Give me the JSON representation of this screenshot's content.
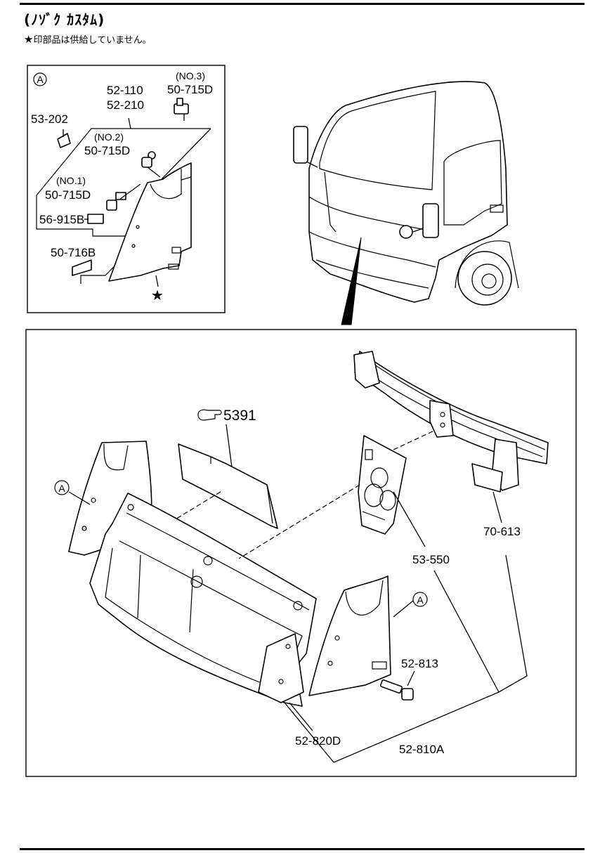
{
  "header": {
    "title": "(ﾉｿﾞｸ ｶｽﾀﾑ)",
    "note_star": "★",
    "note_text": "印部品は供給していません。"
  },
  "inset": {
    "marker": "A",
    "labels": {
      "p52_110": "52-110",
      "p52_210": "52-210",
      "no3": "(NO.3)",
      "p50_715D_3": "50-715D",
      "p53_202": "53-202",
      "no2": "(NO.2)",
      "p50_715D_2": "50-715D",
      "no1": "(NO.1)",
      "p50_715D_1": "50-715D",
      "p56_915B": "56-915B",
      "p50_716B": "50-716B"
    },
    "star": "★"
  },
  "main": {
    "marker_left": "A",
    "marker_right": "A",
    "ref_5391": "5391",
    "labels": {
      "p70_613": "70-613",
      "p53_550": "53-550",
      "p52_813": "52-813",
      "p52_820D": "52-820D",
      "p52_810A": "52-810A"
    }
  }
}
